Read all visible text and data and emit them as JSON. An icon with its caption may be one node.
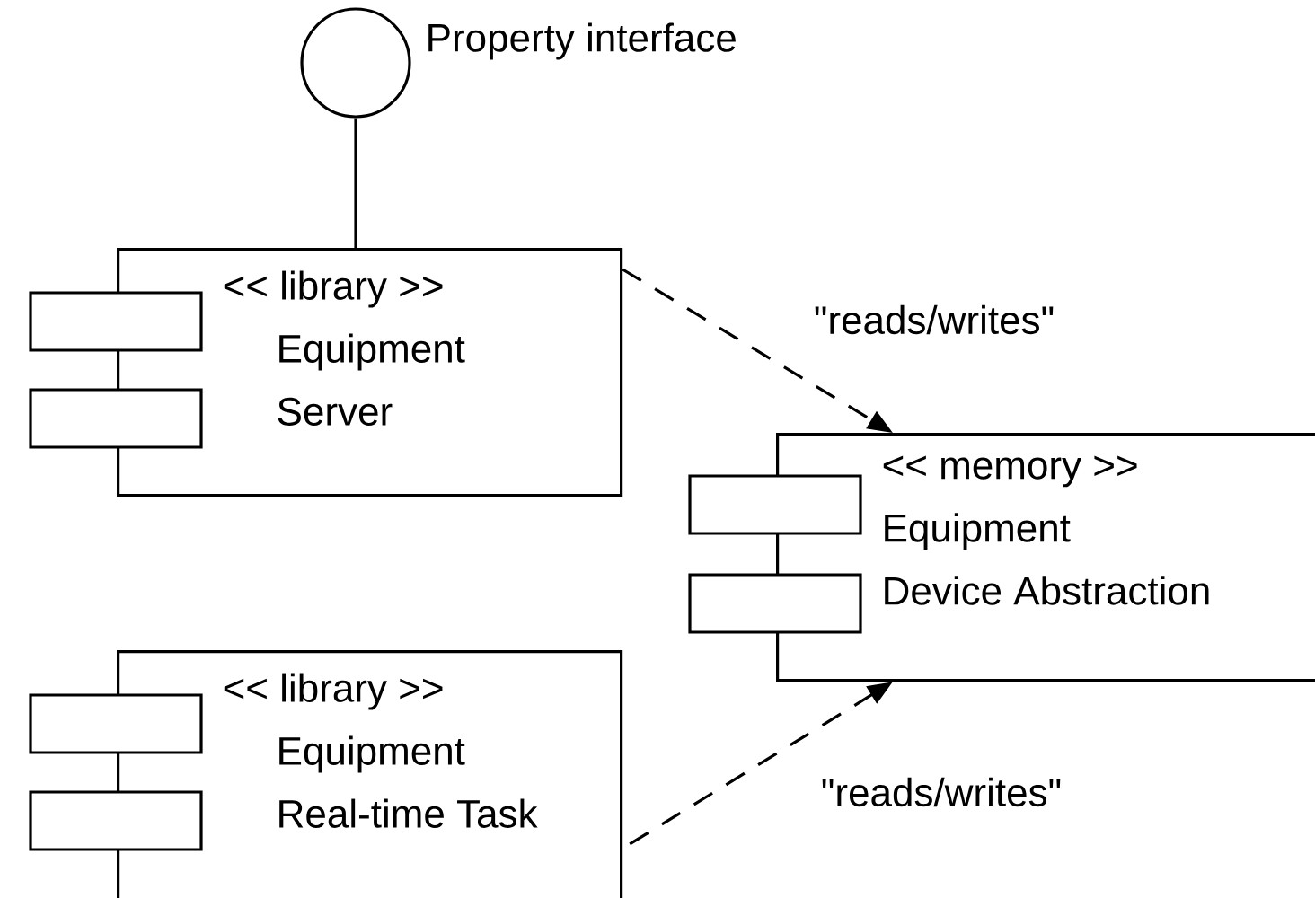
{
  "diagram": {
    "nodes": [
      {
        "text": [],
        "shape": "circle",
        "beside": [
          "Property interface"
        ]
      },
      {
        "text": [
          "<< library >>",
          "Equipment",
          "Server"
        ]
      },
      {
        "text": [
          "<< memory >>",
          "Equipment",
          "Device Abstraction"
        ]
      },
      {
        "text": [
          "<< library >>",
          "Equipment",
          "Real-time Task"
        ]
      }
    ],
    "edges": [
      {
        "from": 0,
        "to": 1,
        "arrow": "none"
      },
      {
        "from": 1,
        "to": 2,
        "arrow": "to",
        "style": "dashed",
        "label": "\"reads/writes\""
      },
      {
        "from": 3,
        "to": 2,
        "arrow": "to",
        "style": "dashed",
        "label": "\"reads/writes\""
      }
    ]
  }
}
